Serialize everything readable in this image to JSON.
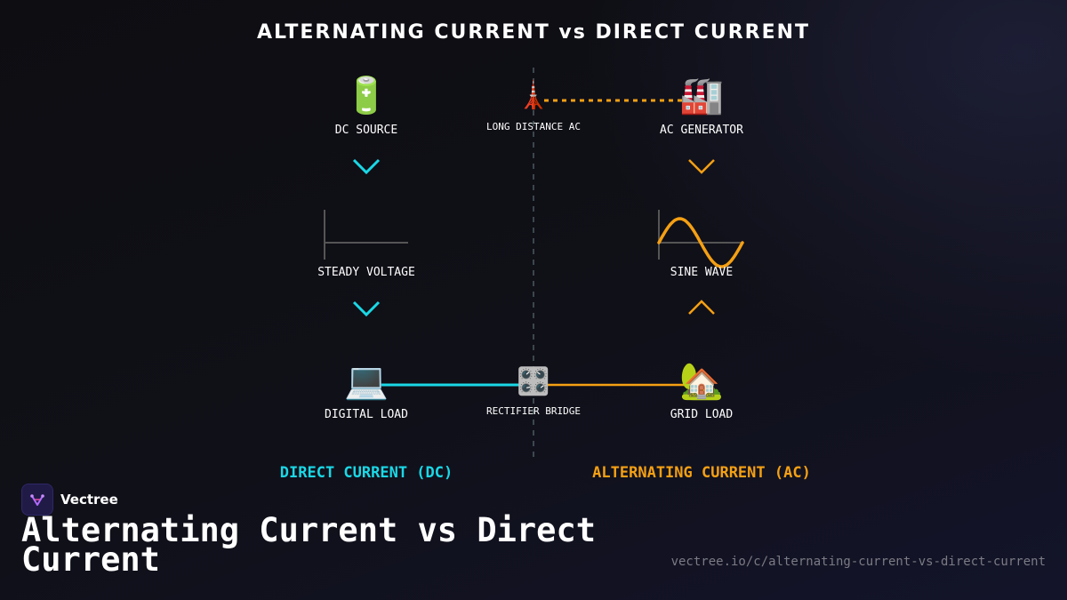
{
  "title": "ALTERNATING CURRENT vs DIRECT CURRENT",
  "nodes": {
    "dc_source": {
      "label": "DC SOURCE",
      "icon": "battery-icon",
      "glyph": "🔋"
    },
    "long_distance": {
      "label": "LONG DISTANCE AC",
      "icon": "transmission-tower-icon",
      "glyph": "🗼"
    },
    "ac_generator": {
      "label": "AC GENERATOR",
      "icon": "factory-icon",
      "glyph": "🏭"
    },
    "steady_voltage": {
      "label": "STEADY VOLTAGE"
    },
    "sine_wave": {
      "label": "SINE WAVE"
    },
    "digital_load": {
      "label": "DIGITAL LOAD",
      "icon": "laptop-icon",
      "glyph": "💻"
    },
    "rectifier": {
      "label": "RECTIFIER BRIDGE",
      "icon": "control-knobs-icon",
      "glyph": "🎛️"
    },
    "grid_load": {
      "label": "GRID LOAD",
      "icon": "house-icon",
      "glyph": "🏡"
    }
  },
  "columns": {
    "dc": "DIRECT CURRENT (DC)",
    "ac": "ALTERNATING CURRENT (AC)"
  },
  "colors": {
    "dc": "#1ad8e6",
    "ac": "#f5a013",
    "axis": "#555555",
    "divider": "#4a5a60"
  },
  "footer": {
    "brand": "Vectree",
    "heading": "Alternating Current vs Direct Current",
    "url": "vectree.io/c/alternating-current-vs-direct-current"
  }
}
